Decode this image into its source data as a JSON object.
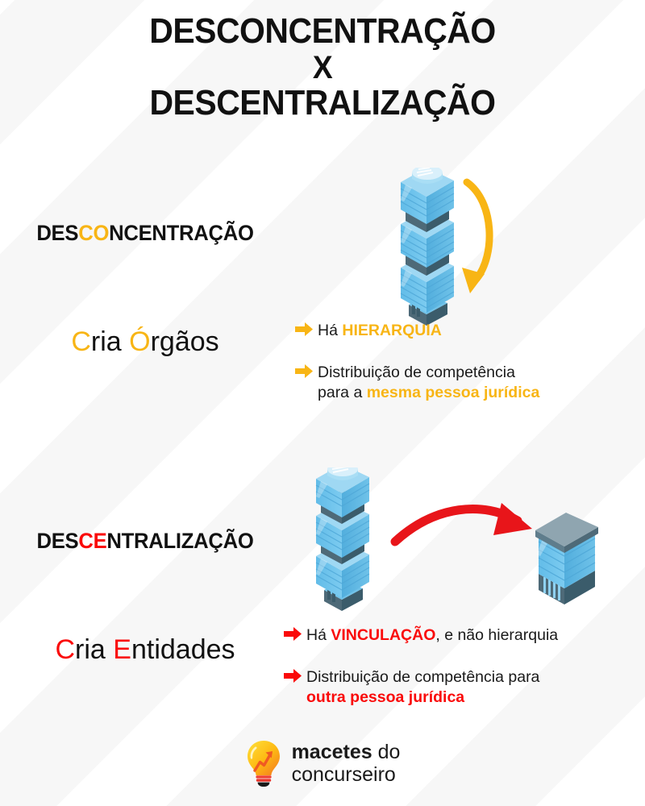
{
  "title": {
    "line1": "DESCONCENTRAÇÃO",
    "line2": "X",
    "line3": "DESCENTRALIZAÇÃO"
  },
  "colors": {
    "yellow": "#F8B515",
    "red": "#FA0A0A",
    "black": "#111111",
    "building_light": "#7FC6EF",
    "building_mid": "#5BB4E5",
    "building_dark": "#3B5C6B",
    "background": "#FFFFFF",
    "stripe": "#F7F7F7"
  },
  "sections": [
    {
      "id": "desconcentracao",
      "accent": "#F8B515",
      "headline": {
        "pre": "DES",
        "highlight": "CO",
        "post": "NCENTRAÇÃO"
      },
      "result": {
        "cap1": "C",
        "rest1": "ria ",
        "cap2": "Ó",
        "rest2": "rgãos"
      },
      "illustration": "tall-tower-with-curved-down-arrow",
      "bullets": [
        {
          "marker": "right-arrow-icon",
          "parts": [
            {
              "text": "Há ",
              "style": "plain"
            },
            {
              "text": "HIERARQUIA",
              "style": "accent-bold"
            }
          ]
        },
        {
          "marker": "right-arrow-icon",
          "parts": [
            {
              "text": "Distribuição de competência",
              "style": "plain"
            },
            {
              "text": "\n",
              "style": "break"
            },
            {
              "text": "para a ",
              "style": "plain"
            },
            {
              "text": "mesma pessoa jurídica",
              "style": "accent-bold"
            }
          ]
        }
      ]
    },
    {
      "id": "descentralizacao",
      "accent": "#FA0A0A",
      "headline": {
        "pre": "DES",
        "highlight": "CE",
        "post": "NTRALIZAÇÃO"
      },
      "result": {
        "cap1": "C",
        "rest1": "ria ",
        "cap2": "E",
        "rest2": "ntidades"
      },
      "illustration": "tall-tower-arrow-to-separate-building",
      "bullets": [
        {
          "marker": "right-arrow-icon",
          "parts": [
            {
              "text": "Há ",
              "style": "plain"
            },
            {
              "text": "VINCULAÇÃO",
              "style": "accent-bold"
            },
            {
              "text": ", e não hierarquia",
              "style": "plain"
            }
          ]
        },
        {
          "marker": "right-arrow-icon",
          "parts": [
            {
              "text": "Distribuição de competência para",
              "style": "plain"
            },
            {
              "text": "\n",
              "style": "break"
            },
            {
              "text": "outra pessoa jurídica",
              "style": "accent-bold"
            }
          ]
        }
      ]
    }
  ],
  "footer": {
    "logo_icon": "lightbulb-with-growth-arrow-icon",
    "brand_bold": "macetes",
    "brand_light": " do",
    "brand_line2": "concurseiro"
  }
}
